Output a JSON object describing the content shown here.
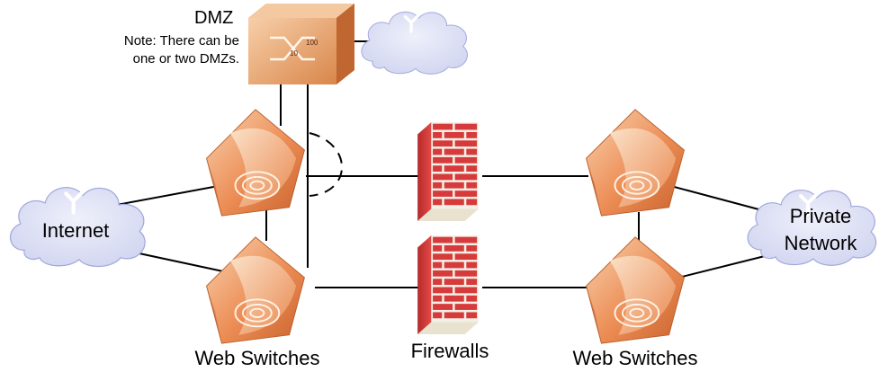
{
  "labels": {
    "dmz_title": "DMZ",
    "dmz_note_line1": "Note: There can be",
    "dmz_note_line2": "one or two DMZs.",
    "internet": "Internet",
    "private_line1": "Private",
    "private_line2": "Network",
    "web_switches_left": "Web Switches",
    "firewalls": "Firewalls",
    "web_switches_right": "Web Switches"
  },
  "device_text": {
    "hub_port_left": "10",
    "hub_port_right": "100"
  },
  "colors": {
    "switch_orange": "#e8834a",
    "switch_light": "#f6c29b",
    "brick_red": "#d63a3a",
    "mortar": "#f2efe6",
    "cloud_fill": "#d6d9f2",
    "cloud_stroke": "#9aa0d8",
    "hub_fill": "#e9a063",
    "link_line": "#000000"
  },
  "icons": [
    "web-switch-icon",
    "firewall-icon",
    "cloud-icon",
    "dmz-hub-icon"
  ]
}
